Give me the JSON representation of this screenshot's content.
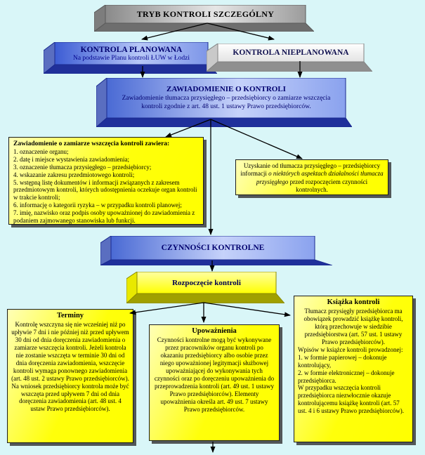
{
  "colors": {
    "background": "#d9f6f8",
    "yellow_box": "#ffff00",
    "blue_face": "#4e6ed6",
    "blue_bevel": "#20309a",
    "gray_face": "#9a9a9a",
    "arrow": "#000000",
    "navy_text": "#00006e"
  },
  "top": {
    "title": "TRYB KONTROLI SZCZEGÓLNY"
  },
  "planned": {
    "title": "KONTROLA PLANOWANA",
    "subtitle": "Na podstawie Planu kontroli ŁUW w Łodzi"
  },
  "unplanned": {
    "title": "KONTROLA NIEPLANOWANA"
  },
  "notification": {
    "title": "ZAWIADOMIENIE O KONTROLI",
    "body": "Zawiadomienie tłumacza przysięgłego – przedsiębiorcy o zamiarze wszczęcia kontroli zgodnie z art. 48 ust. 1 ustawy Prawo przedsiębiorców."
  },
  "notice_contents": {
    "heading": "Zawiadomienie o zamiarze wszczęcia kontroli zawiera:",
    "items": [
      "1. oznaczenie organu;",
      "2. datę i miejsce wystawienia zawiadomienia;",
      "3. oznaczenie tłumacza przysięgłego – przedsiębiorcy;",
      "4. wskazanie zakresu przedmiotowego kontroli;",
      "5. wstępną listę dokumentów i informacji związanych z zakresem przedmiotowym kontroli, których udostępnienia oczekuje organ kontroli w trakcie kontroli;",
      "6. informację o kategorii ryzyka – w przypadku kontroli planowej;",
      "7. imię, nazwisko oraz podpis osoby upoważnionej do zawiadomienia z podaniem zajmowanego stanowiska lub funkcji."
    ]
  },
  "info_request": {
    "segments": [
      {
        "t": "Uzyskanie od tłumacza przysięgłego – przedsiębiorcy informacji ",
        "italic": false
      },
      {
        "t": "o niektórych aspektach działalności tłumacza przysięgłego",
        "italic": true
      },
      {
        "t": " przed rozpoczęciem czynności kontrolnych.",
        "italic": false
      }
    ]
  },
  "activities": {
    "title": "CZYNNOŚCI KONTROLNE"
  },
  "start": {
    "title": "Rozpoczęcie kontroli"
  },
  "terms": {
    "heading": "Terminy",
    "body": "Kontrolę wszczyna się nie wcześniej niż po upływie 7 dni i nie później niż przed upływem 30 dni od dnia doręczenia zawiadomienia o zamiarze wszczęcia kontroli. Jeżeli kontrola nie zostanie wszczęta w terminie 30 dni od dnia doręczenia zawiadomienia, wszczęcie kontroli wymaga ponownego zawiadomienia (art. 48 ust. 2 ustawy Prawo przedsiębiorców). Na wniosek przedsiębiorcy kontrola może być wszczęta przed upływem 7 dni od dnia doręczenia zawiadomienia (art. 48 ust. 4 ustaw Prawo przedsiębiorców)."
  },
  "authorizations": {
    "heading": "Upoważnienia",
    "body": "Czynności kontrolne mogą być wykonywane przez pracowników organu kontroli po okazaniu przedsiębiorcy albo osobie przez niego upoważnionej legitymacji służbowej upoważniającej do wykonywania tych czynności oraz po doręczeniu upoważnienia do przeprowadzenia kontroli (art. 49 ust. 1 ustawy Prawo przedsiębiorców). Elementy upoważnienia określa art. 49 ust. 7 ustawy Prawo przedsiębiorców."
  },
  "control_book": {
    "heading": "Książka kontroli",
    "intro": "Tłumacz przysięgły przedsiębiorca ma obowiązek prowadzić książkę kontroli, którą przechowuje w siedzibie przedsiębiorstwa (art. 57 ust. 1 ustawy Prawo przedsiębiorców).",
    "lines": [
      "Wpisów w książce kontroli prowadzonej:",
      "1. w formie papierowej – dokonuje kontrolujący,",
      "2. w formie elektronicznej – dokonuje przedsiębiorca.",
      "W przypadku wszczęcia kontroli przedsiębiorca niezwłocznie okazuje kontrolującemu książkę kontroli (art. 57 ust. 4 i 6 ustawy Prawo przedsiębiorców)."
    ]
  }
}
